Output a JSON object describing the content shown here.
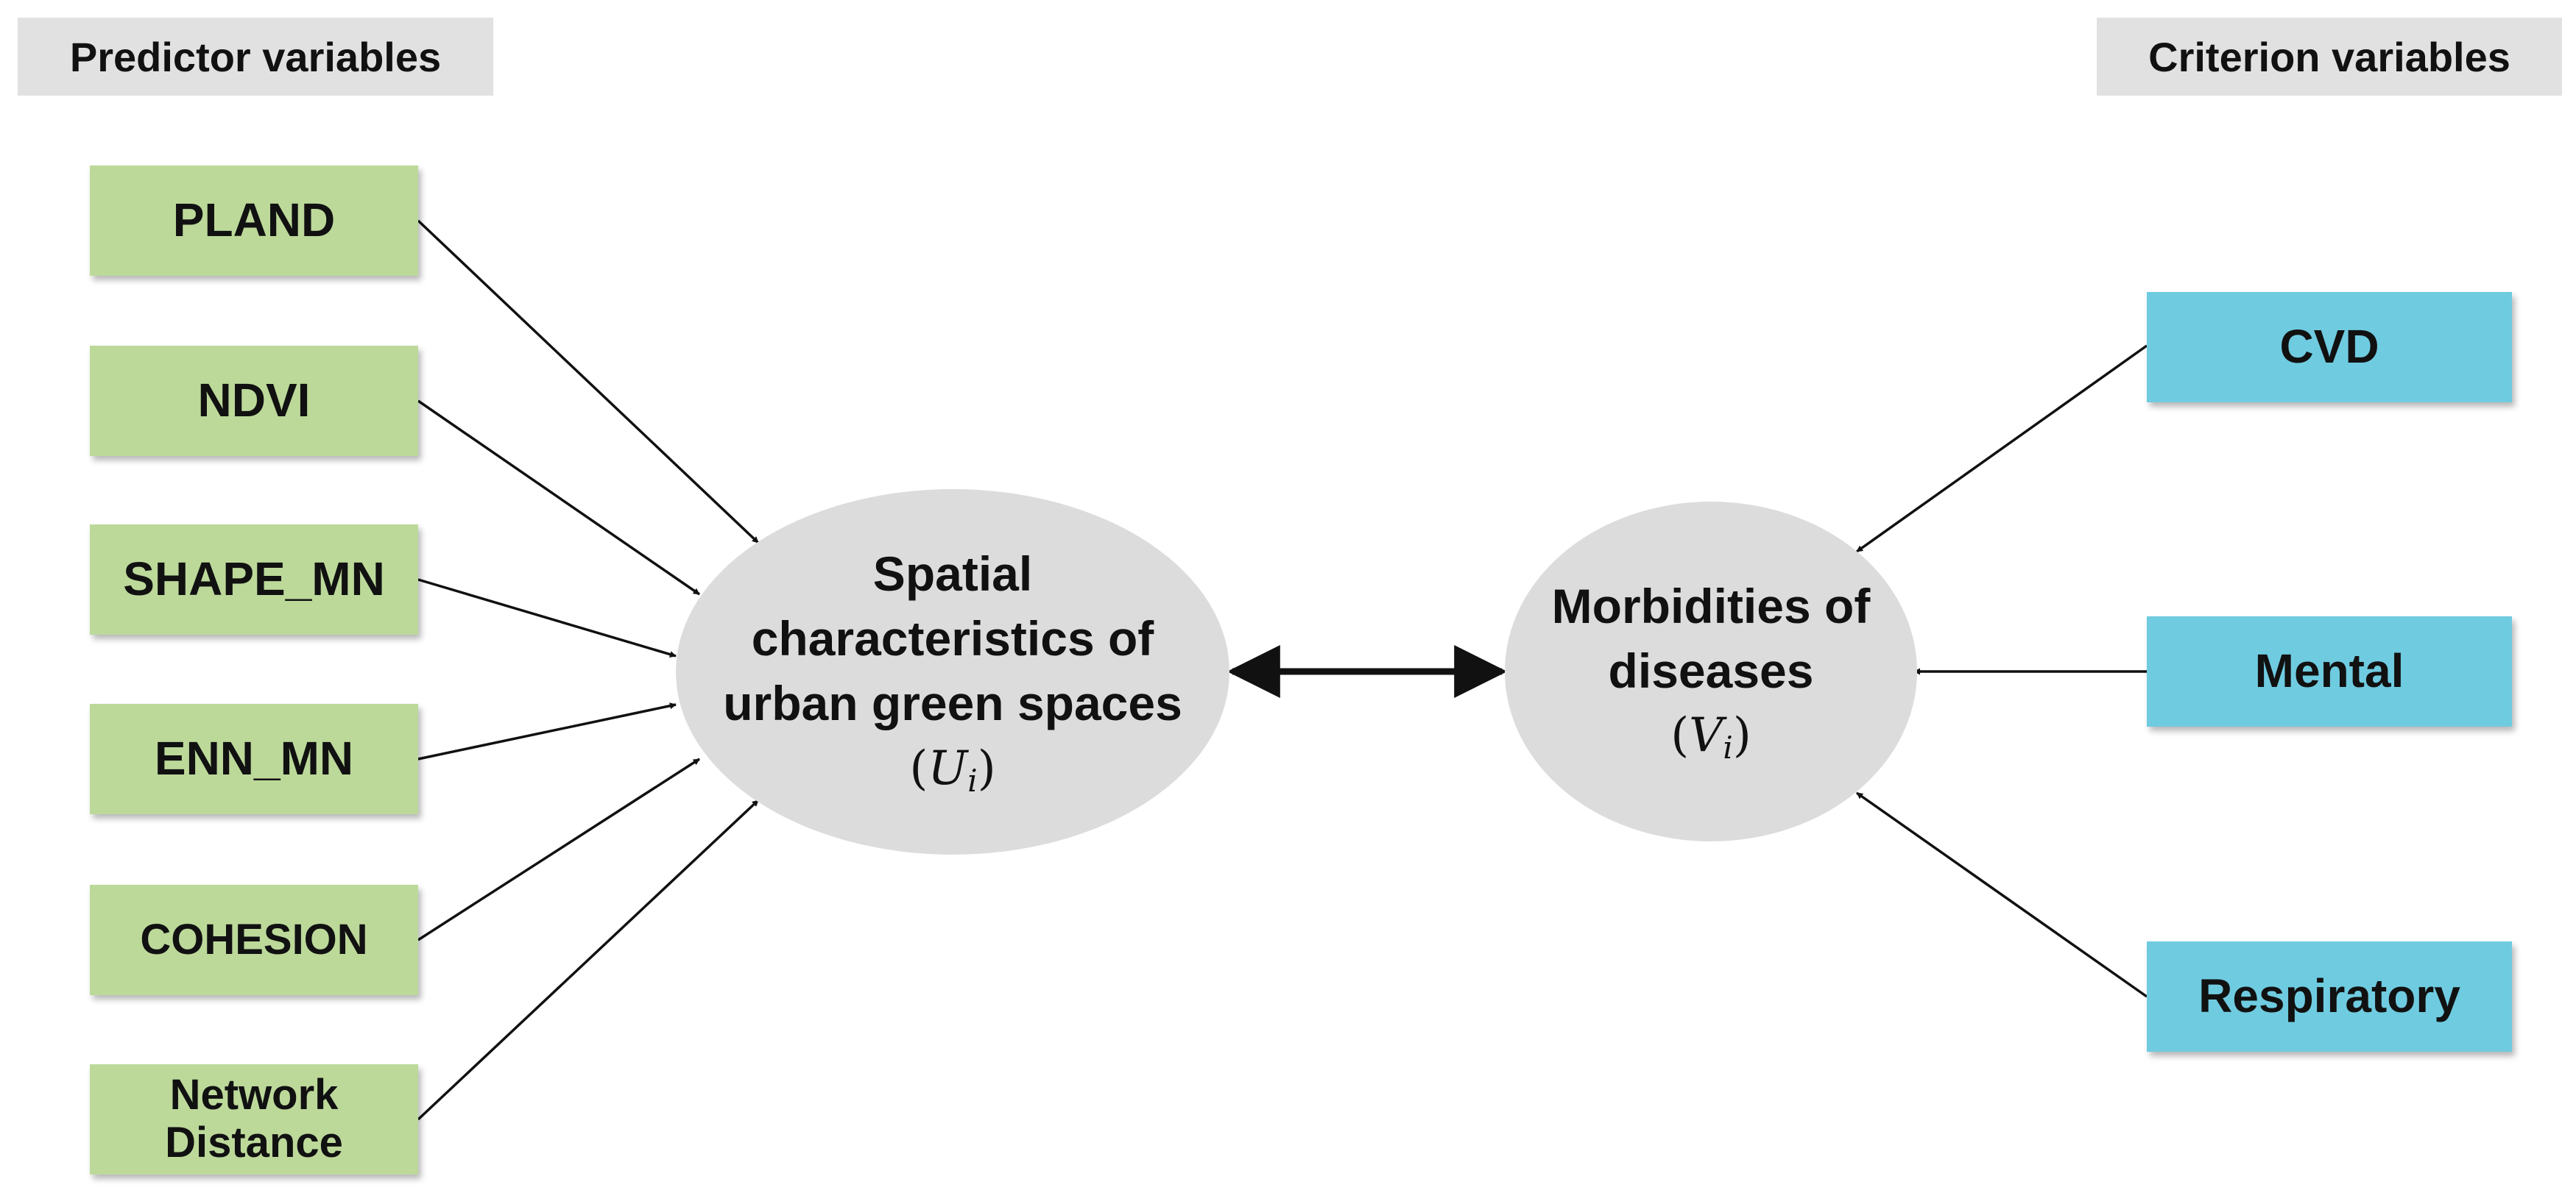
{
  "headers": {
    "predictor": "Predictor variables",
    "criterion": "Criterion variables"
  },
  "predictors": [
    {
      "label": "PLAND"
    },
    {
      "label": "NDVI"
    },
    {
      "label": "SHAPE_MN"
    },
    {
      "label": "ENN_MN"
    },
    {
      "label": "COHESION"
    },
    {
      "label": "Network Distance"
    }
  ],
  "criteria": [
    {
      "label": "CVD"
    },
    {
      "label": "Mental"
    },
    {
      "label": "Respiratory"
    }
  ],
  "latent_left": {
    "lines": [
      "Spatial",
      "characteristics of",
      "urban green spaces"
    ],
    "symbol": "U",
    "subscript": "i"
  },
  "latent_right": {
    "lines": [
      "Morbidities of",
      "diseases"
    ],
    "symbol": "V",
    "subscript": "i"
  },
  "colors": {
    "predictor_fill": "#bcd99a",
    "criterion_fill": "#6fcbe0",
    "latent_fill": "#dcdcdc",
    "header_fill": "#e1e1e1",
    "arrow": "#111111"
  }
}
